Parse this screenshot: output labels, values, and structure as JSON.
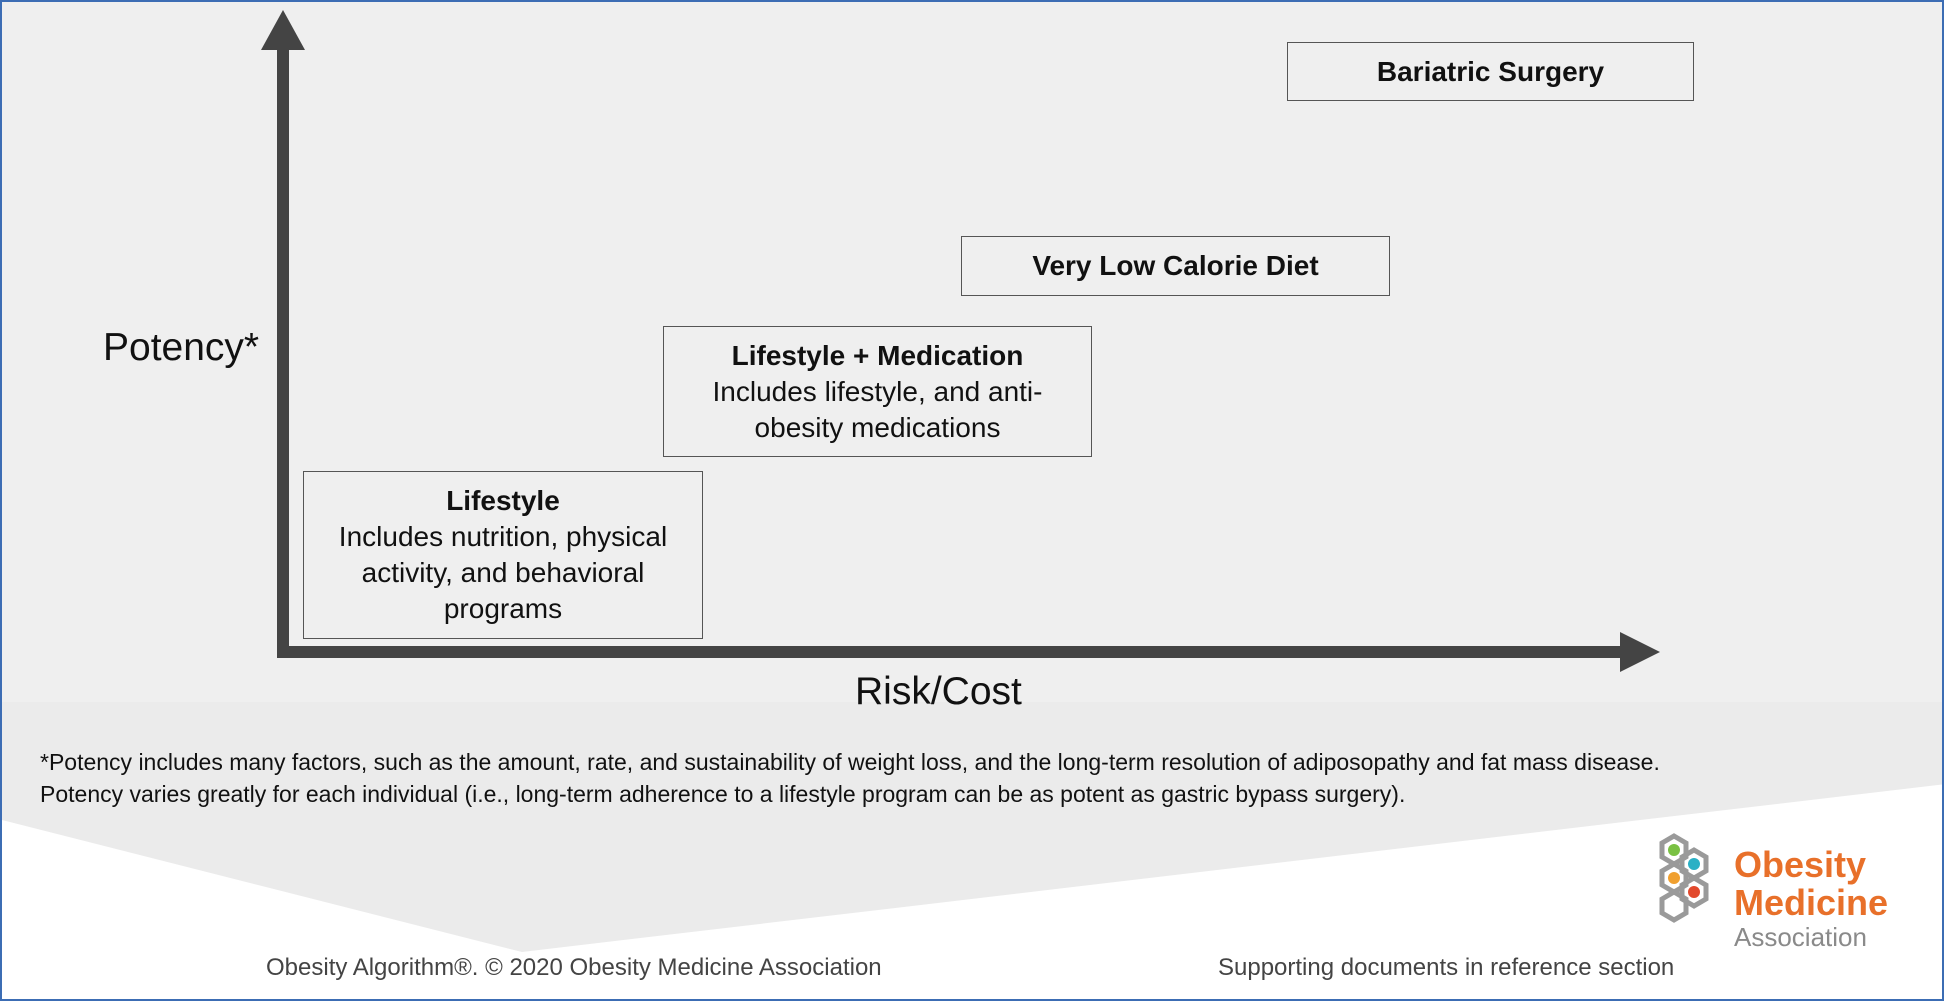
{
  "diagram": {
    "y_axis_label": "Potency*",
    "x_axis_label": "Risk/Cost",
    "boxes": [
      {
        "title": "Lifestyle",
        "lines": [
          "Includes nutrition, physical",
          "activity, and behavioral",
          "programs"
        ]
      },
      {
        "title": "Lifestyle + Medication",
        "lines": [
          "Includes lifestyle, and anti-",
          "obesity medications"
        ]
      },
      {
        "title": "Very Low Calorie Diet"
      },
      {
        "title": "Bariatric Surgery"
      }
    ]
  },
  "footnote": {
    "line1": "*Potency includes many factors, such as the amount, rate, and sustainability of weight loss, and the long-term resolution of adiposopathy and fat mass disease.",
    "line2": "Potency varies greatly for each individual (i.e., long-term adherence to a lifestyle program can be as potent as gastric bypass surgery)."
  },
  "footer": {
    "left": "Obesity Algorithm®. © 2020 Obesity Medicine Association",
    "right": "Supporting documents in reference section"
  },
  "logo": {
    "line1": "Obesity",
    "line2": "Medicine",
    "line3": "Association",
    "colors": {
      "orange": "#e8702a",
      "gray": "#8a8a8a",
      "green": "#7ac143",
      "teal": "#2ab0c5",
      "red": "#e2492c"
    }
  }
}
